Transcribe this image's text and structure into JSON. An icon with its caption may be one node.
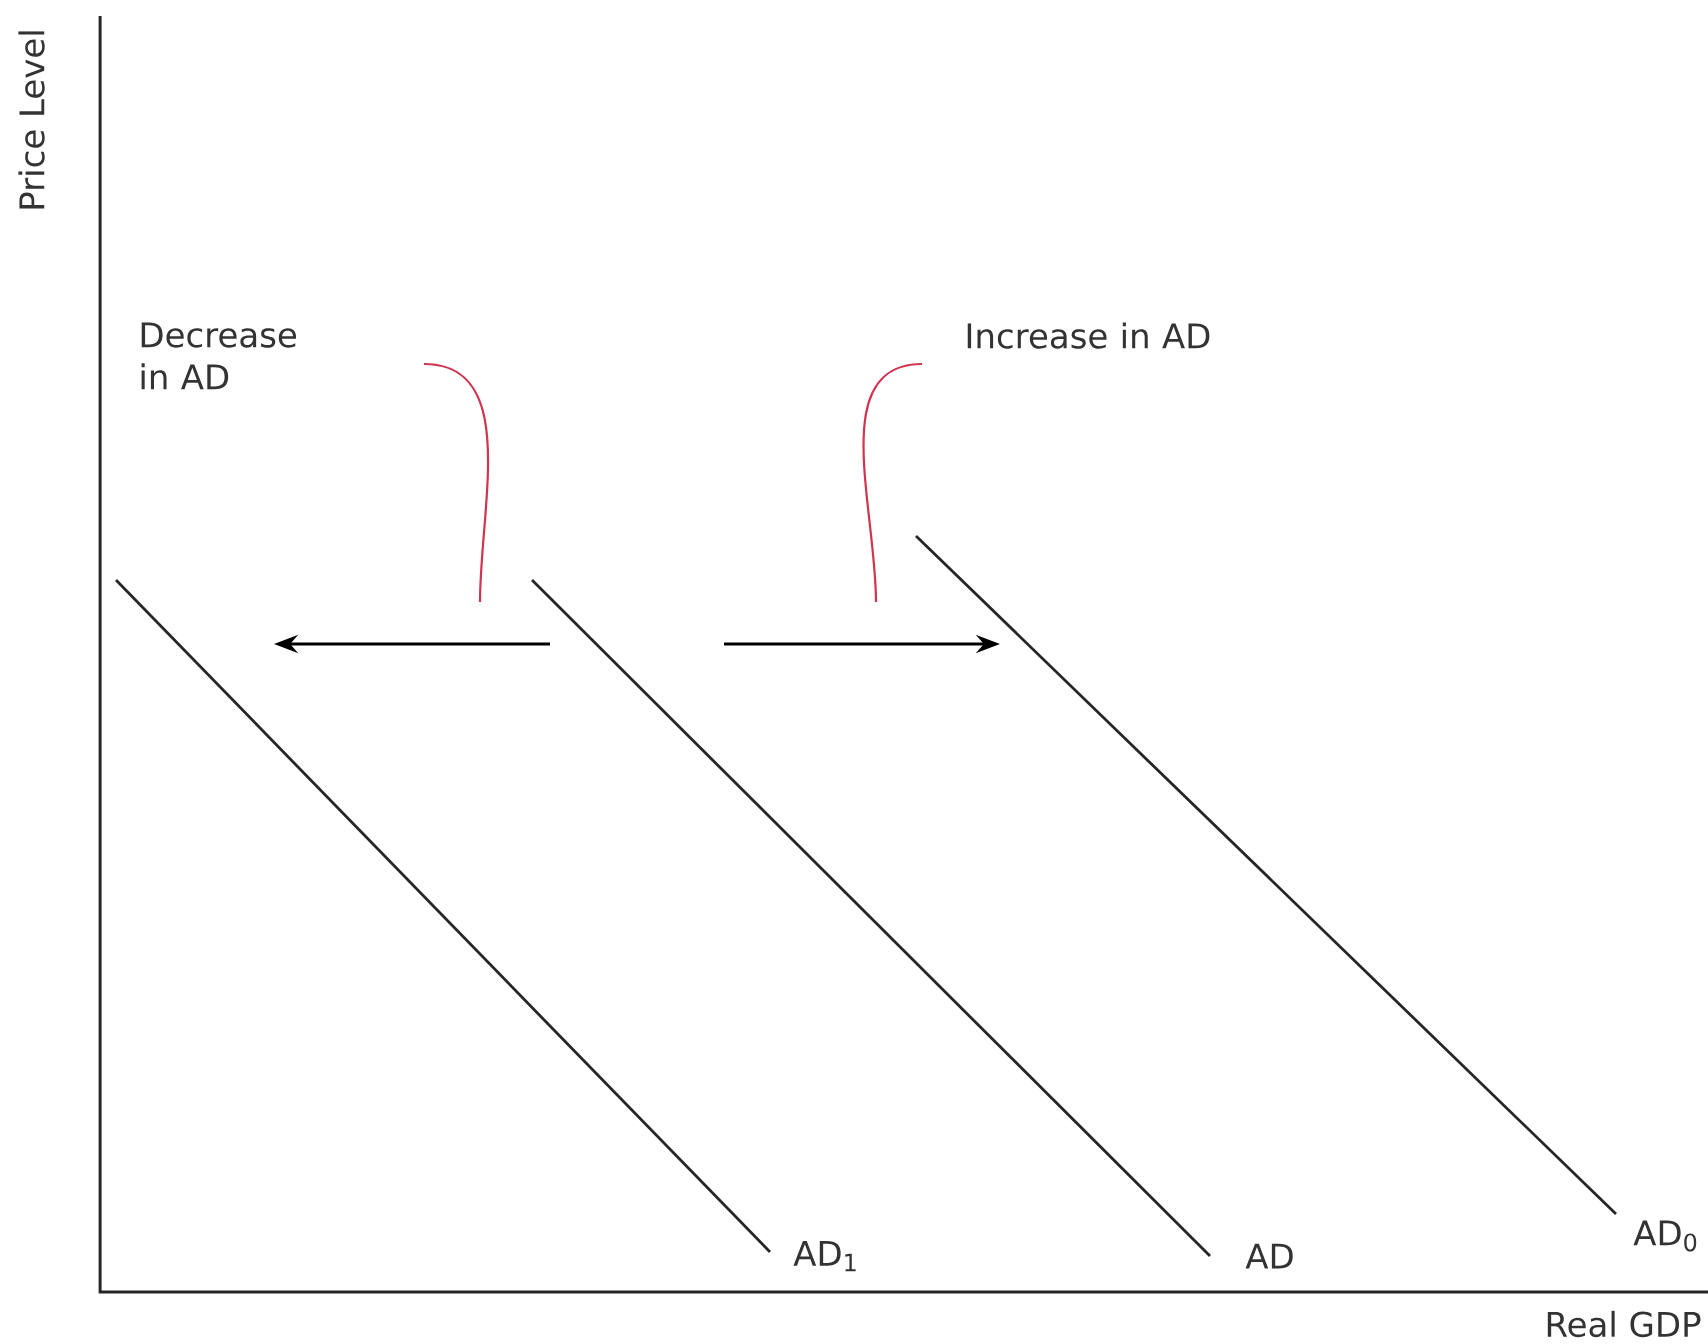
{
  "diagram": {
    "nodes": [
      {
        "text": [
          "Decrease in AD"
        ]
      },
      {
        "text": [
          "Increase in AD"
        ]
      },
      {
        "text": [],
        "shape": "arrow"
      },
      {
        "text": [],
        "shape": "arrow"
      }
    ],
    "edges": [
      {
        "from": 0,
        "to": 2,
        "arrow": "none"
      },
      {
        "from": 1,
        "to": 3,
        "arrow": "none"
      }
    ],
    "labels": [
      "Price Level",
      "AD$_{1}$",
      "AD",
      "AD$_{0}$",
      "Real GDP"
    ]
  }
}
